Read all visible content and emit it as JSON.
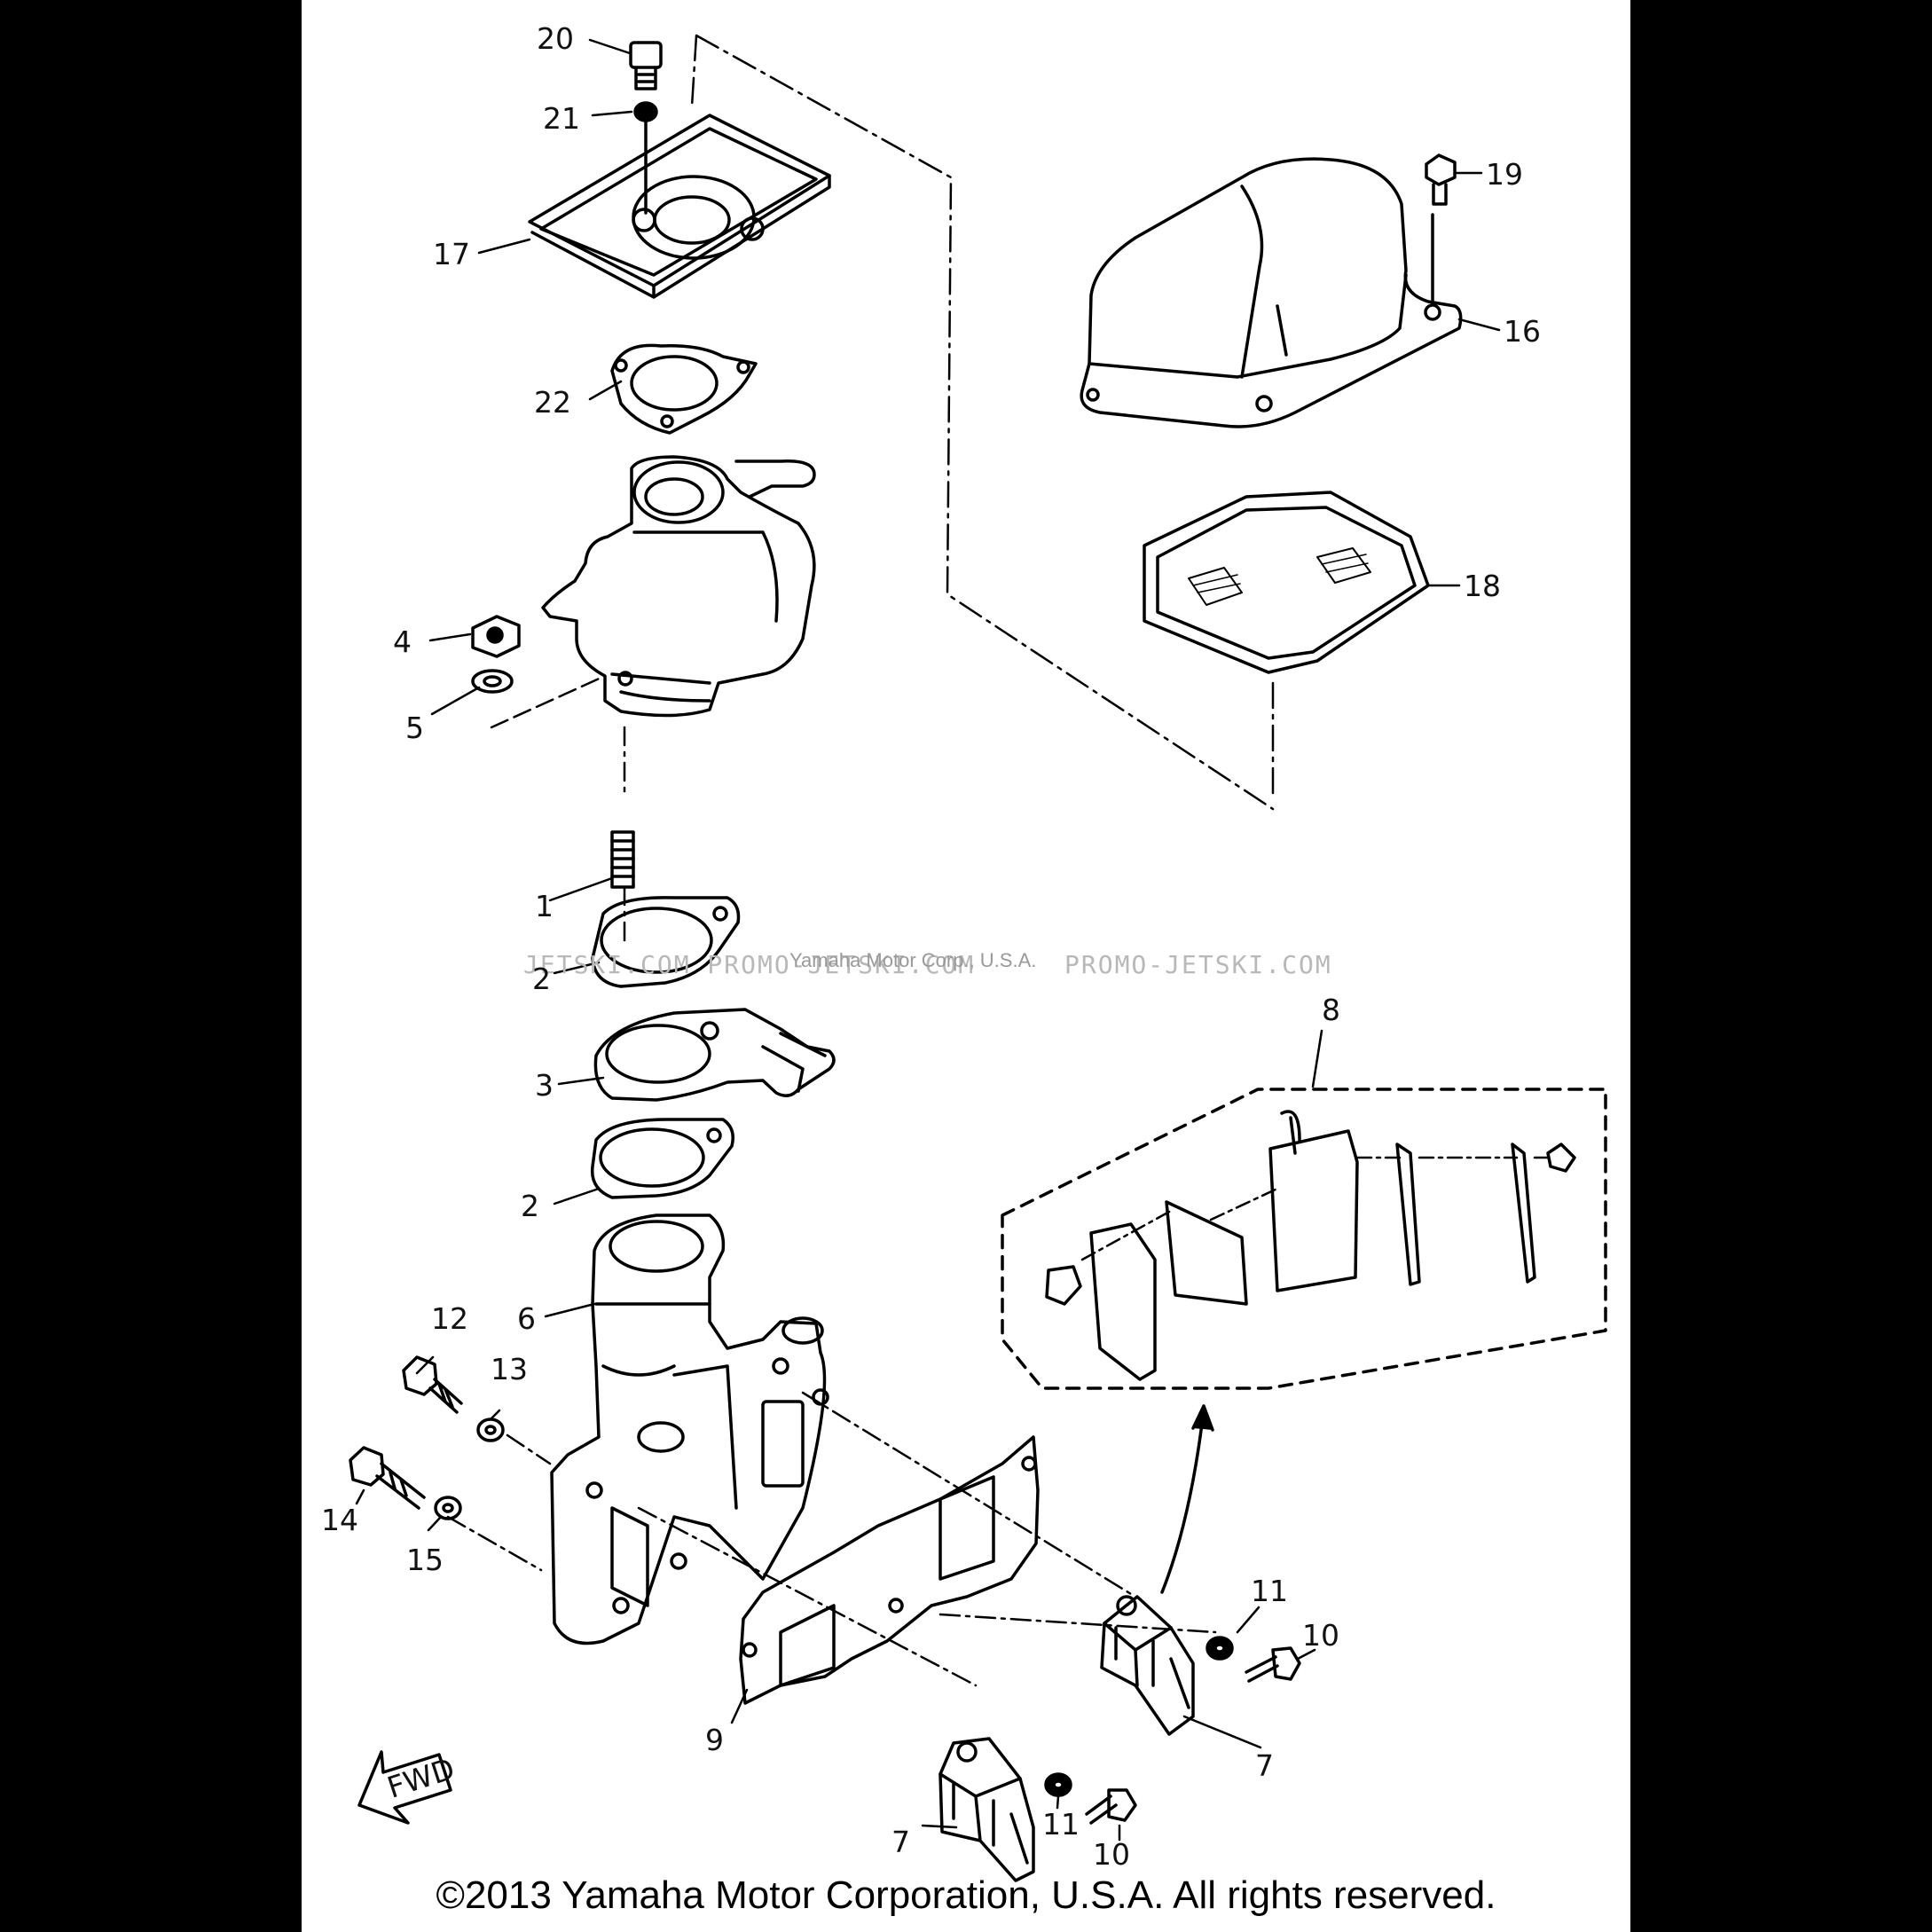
{
  "callouts": [
    {
      "id": "20",
      "text": "20"
    },
    {
      "id": "21",
      "text": "21"
    },
    {
      "id": "17",
      "text": "17"
    },
    {
      "id": "22",
      "text": "22"
    },
    {
      "id": "19",
      "text": "19"
    },
    {
      "id": "16",
      "text": "16"
    },
    {
      "id": "18",
      "text": "18"
    },
    {
      "id": "4",
      "text": "4"
    },
    {
      "id": "5",
      "text": "5"
    },
    {
      "id": "1",
      "text": "1"
    },
    {
      "id": "2a",
      "text": "2"
    },
    {
      "id": "3",
      "text": "3"
    },
    {
      "id": "2b",
      "text": "2"
    },
    {
      "id": "6",
      "text": "6"
    },
    {
      "id": "8",
      "text": "8"
    },
    {
      "id": "12",
      "text": "12"
    },
    {
      "id": "13",
      "text": "13"
    },
    {
      "id": "14",
      "text": "14"
    },
    {
      "id": "15",
      "text": "15"
    },
    {
      "id": "9",
      "text": "9"
    },
    {
      "id": "11a",
      "text": "11"
    },
    {
      "id": "10a",
      "text": "10"
    },
    {
      "id": "7a",
      "text": "7"
    },
    {
      "id": "11b",
      "text": "11"
    },
    {
      "id": "10b",
      "text": "10"
    },
    {
      "id": "7b",
      "text": "7"
    }
  ],
  "watermark": {
    "left": "JETSKI.COM  PROMO-JETSKI.COM",
    "center": "Yamaha Motor Corp., U.S.A.",
    "right": "PROMO-JETSKI.COM"
  },
  "fwd_label": "FWD",
  "copyright": "©2013 Yamaha Motor Corporation, U.S.A. All rights reserved."
}
